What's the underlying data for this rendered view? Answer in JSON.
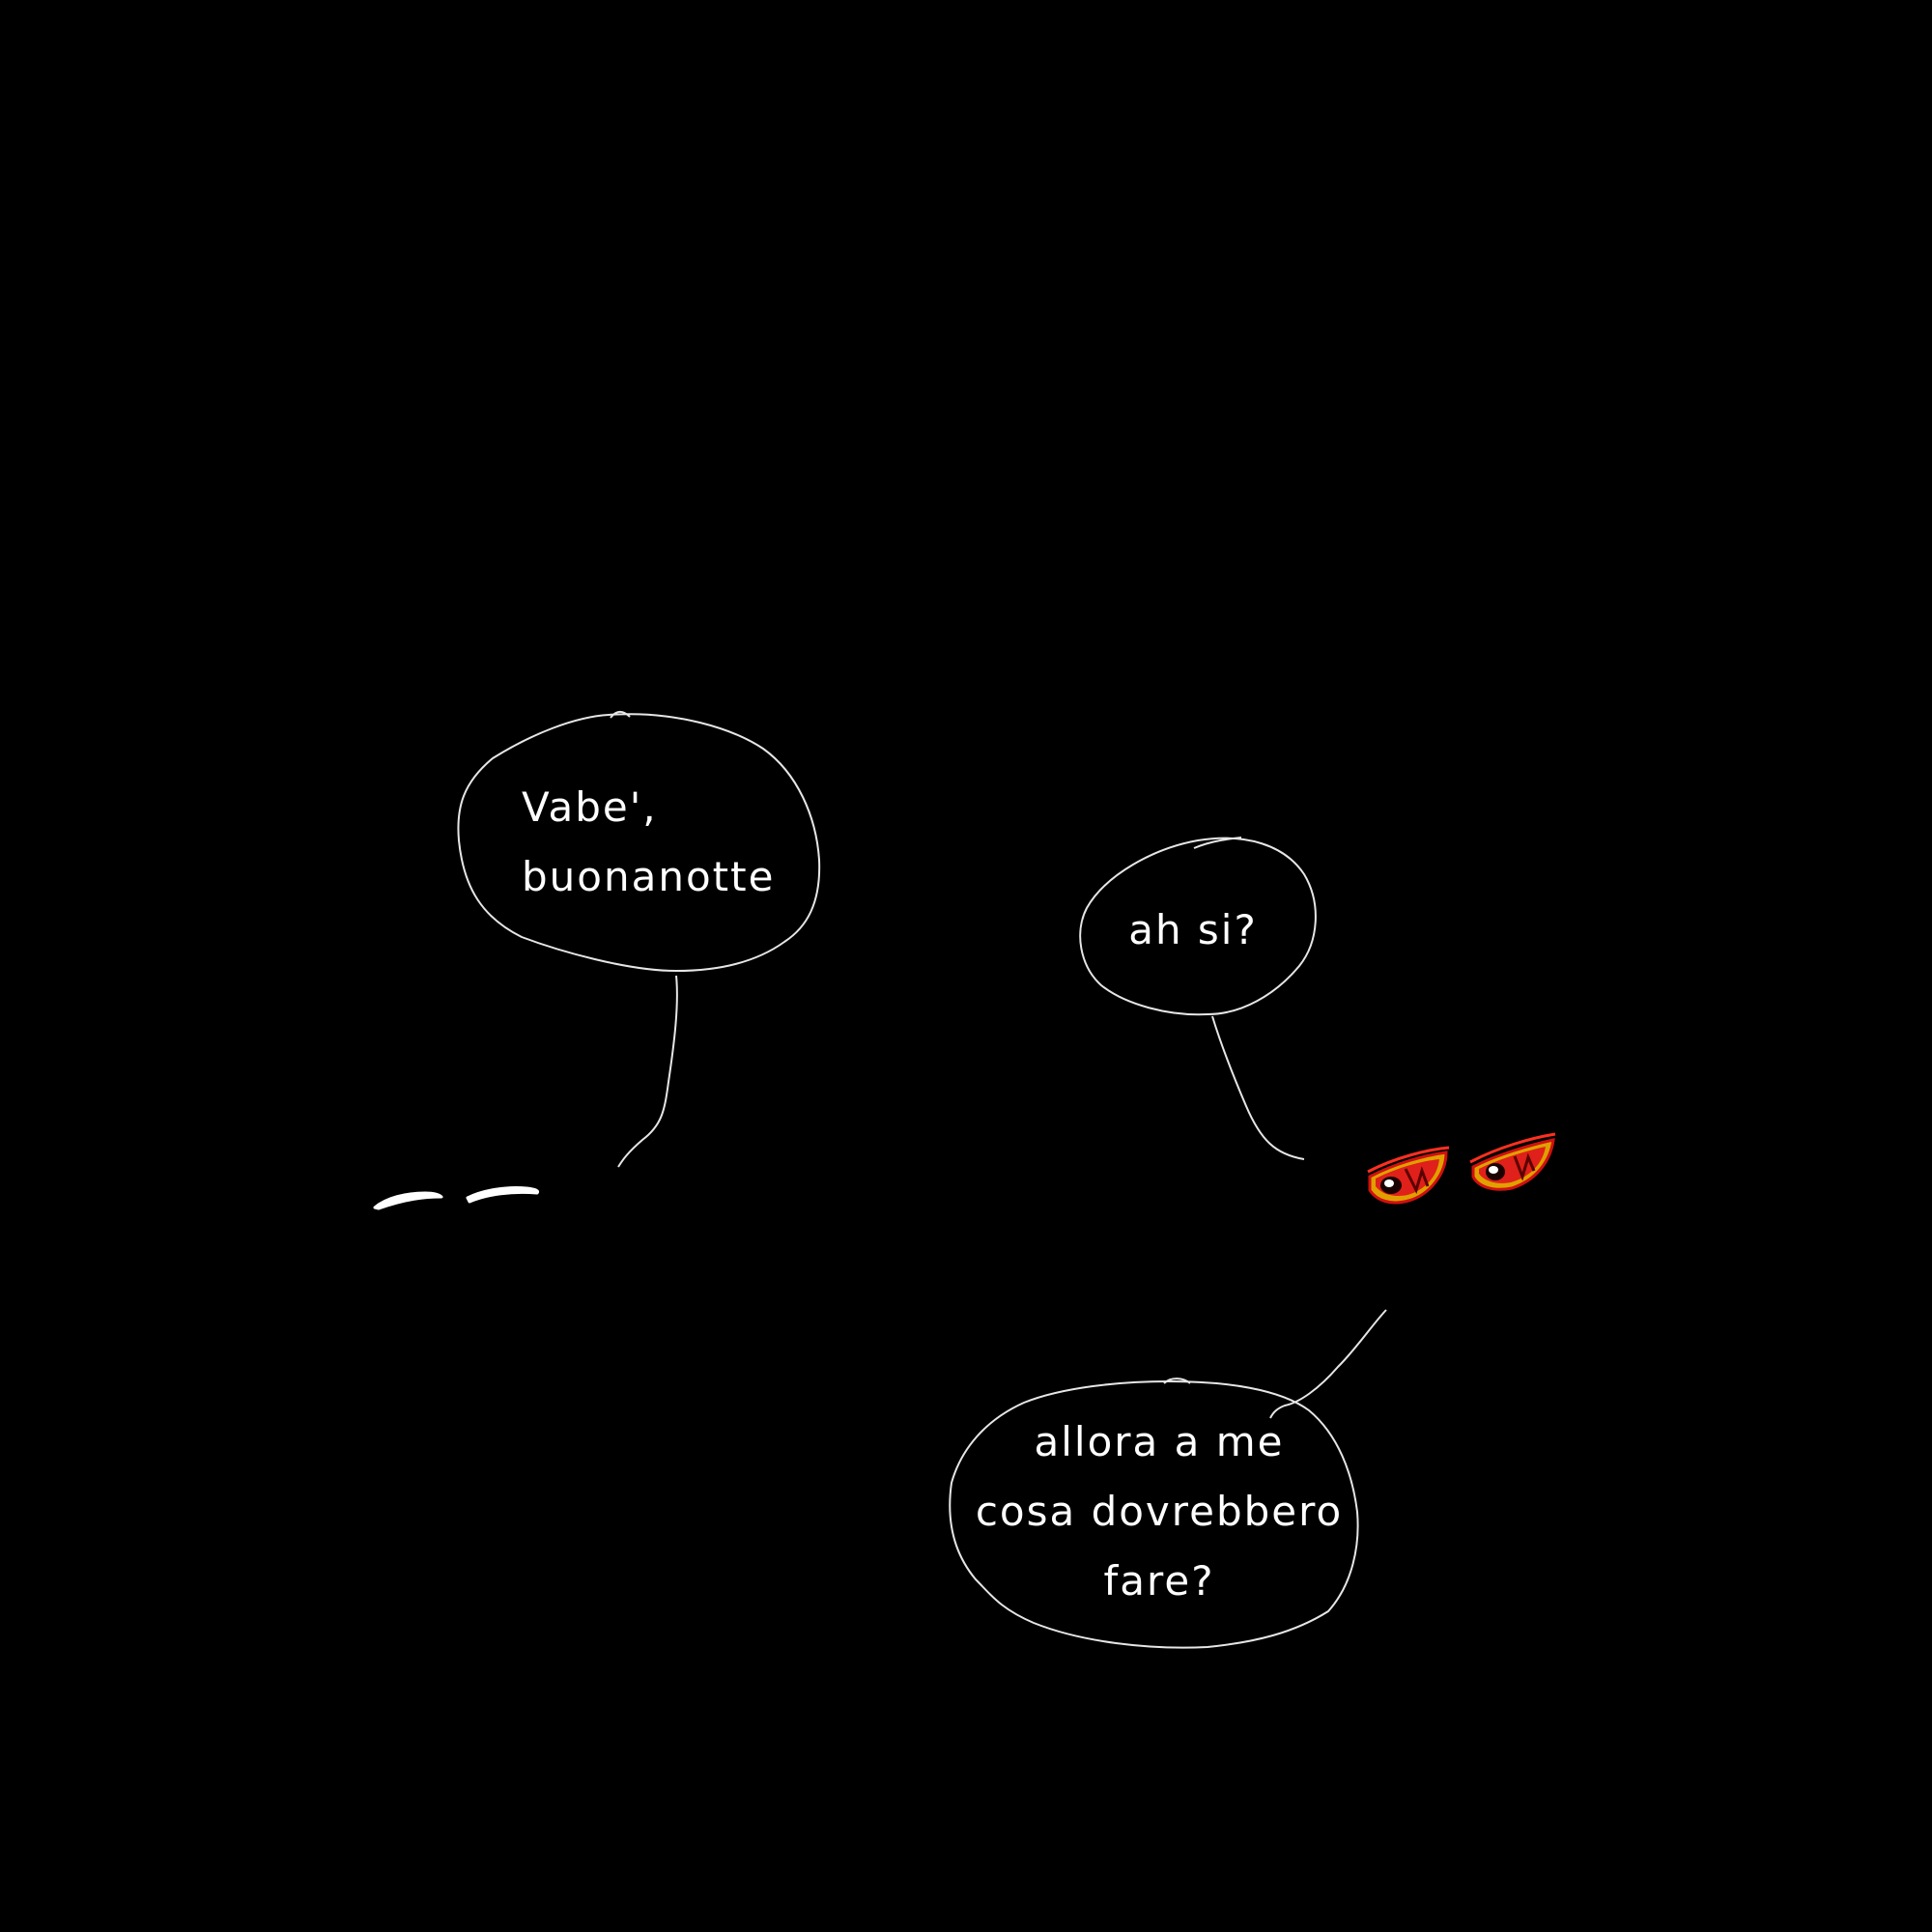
{
  "scene": {
    "background_color": "#000000",
    "outline_color": "#e6e6e6"
  },
  "bubble_left": {
    "line1": "Vabe',",
    "line2": "buonanotte"
  },
  "bubble_right_top": {
    "line1": "ah si?"
  },
  "bubble_bottom": {
    "line1": "allora a me",
    "line2": "cosa dovrebbero",
    "line3": "fare?"
  },
  "characters": {
    "left_eyes": {
      "color": "#ffffff",
      "expression": "closed"
    },
    "right_eyes": {
      "iris_color": "#e0201a",
      "rim_color": "#e0a000",
      "pupil_color": "#1a0000",
      "expression": "glaring"
    }
  }
}
